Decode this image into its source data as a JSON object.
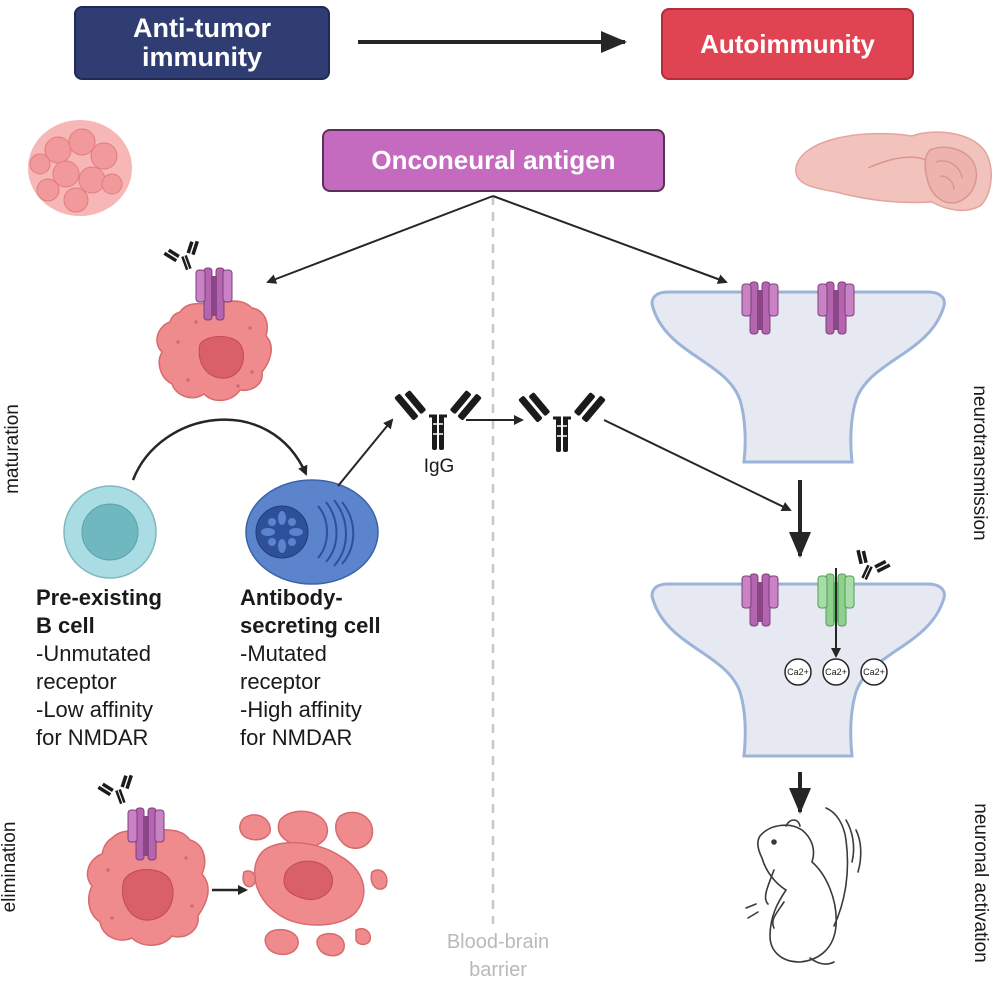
{
  "boxes": {
    "anti_tumor": "Anti-tumor\nimmunity",
    "autoimmunity": "Autoimmunity",
    "onconeural": "Onconeural antigen"
  },
  "side_labels": {
    "maturation": "maturation",
    "elimination": "elimination",
    "neurotransmission": "neurotransmission",
    "neuronal_activation": "neuronal activation"
  },
  "b_cell": {
    "title_1": "Pre-existing",
    "title_2": "B cell",
    "lines": [
      "-Unmutated",
      "receptor",
      "-Low affinity",
      "for NMDAR"
    ]
  },
  "secreting_cell": {
    "title_1": "Antibody-",
    "title_2": "secreting cell",
    "lines": [
      "-Mutated",
      "receptor",
      "-High affinity",
      "for NMDAR"
    ]
  },
  "igg_label": "IgG",
  "ions": [
    "Ca2+",
    "Ca2+",
    "Ca2+"
  ],
  "barrier": {
    "line_1": "Blood-brain",
    "line_2": "barrier"
  },
  "colors": {
    "anti_tumor_box": "#2f3d72",
    "autoimmunity_box": "#e04452",
    "onconeural_box": "#c46bbf",
    "receptor": "#b564b0",
    "blocked_receptor": "#8fd08f",
    "tumor_cell": "#f08b8d",
    "b_cell": "#8fd0d8",
    "plasma_cell": "#4f78c4",
    "synapse": "#e6e9f1"
  }
}
